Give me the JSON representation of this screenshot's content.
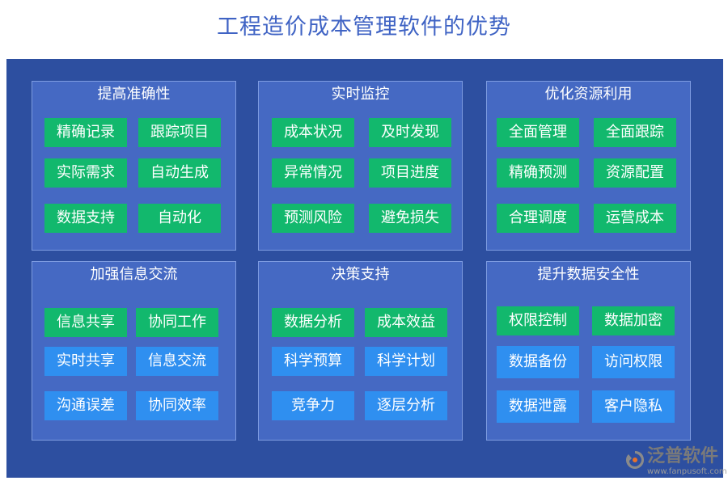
{
  "title": "工程造价成本管理软件的优势",
  "panels": [
    {
      "title": "提高准确性",
      "tags": [
        "精确记录",
        "跟踪项目",
        "实际需求",
        "自动生成",
        "数据支持",
        "自动化"
      ]
    },
    {
      "title": "实时监控",
      "tags": [
        "成本状况",
        "及时发现",
        "异常情况",
        "项目进度",
        "预测风险",
        "避免损失"
      ]
    },
    {
      "title": "优化资源利用",
      "tags": [
        "全面管理",
        "全面跟踪",
        "精确预测",
        "资源配置",
        "合理调度",
        "运营成本"
      ]
    },
    {
      "title": "加强信息交流",
      "tags": [
        "信息共享",
        "协同工作",
        "实时共享",
        "信息交流",
        "沟通误差",
        "协同效率"
      ]
    },
    {
      "title": "决策支持",
      "tags": [
        "数据分析",
        "成本效益",
        "科学预算",
        "科学计划",
        "竞争力",
        "逐层分析"
      ]
    },
    {
      "title": "提升数据安全性",
      "tags": [
        "权限控制",
        "数据加密",
        "数据备份",
        "访问权限",
        "数据泄露",
        "客户隐私"
      ]
    }
  ],
  "colors": {
    "green": "#12b86d",
    "blue": "#2f8ff0",
    "panel": "#4569c3",
    "background": "#2d4fa0",
    "title": "#3f63c4"
  },
  "logo": {
    "name": "泛普软件",
    "url": "www.fanpusoft.com",
    "icon": "fanpu-logo-icon"
  }
}
